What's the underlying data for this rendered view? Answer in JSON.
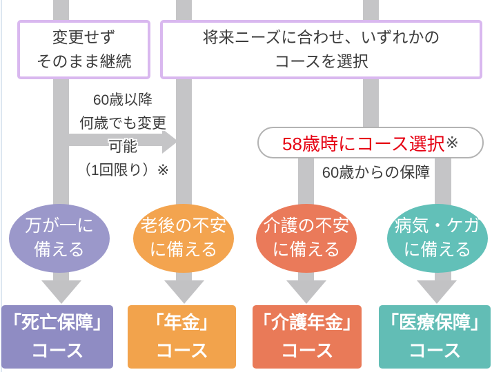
{
  "diagram": {
    "title_implied": "",
    "top_options": [
      {
        "id": "keep",
        "lines": [
          "変更せず",
          "そのまま継続"
        ]
      },
      {
        "id": "choose",
        "lines": [
          "将来ニーズに合わせ、いずれかの",
          "コースを選択"
        ]
      }
    ],
    "change_note": {
      "lines": [
        "60歳以降",
        "何歳でも変更",
        "可能",
        "（1回限り）※"
      ]
    },
    "selection_pill": {
      "main": "58歳時にコース選択",
      "marker": "※"
    },
    "coverage_note": "60歳からの保障",
    "columns": [
      {
        "need": {
          "lines": [
            "万が一に",
            "備える"
          ],
          "color": "#9b98ca"
        },
        "course": {
          "lines": [
            "「死亡保障」",
            "コース"
          ],
          "color": "#8f8cc3"
        }
      },
      {
        "need": {
          "lines": [
            "老後の不安",
            "に備える"
          ],
          "color": "#f3a44f"
        },
        "course": {
          "lines": [
            "「年金」",
            "コース"
          ],
          "color": "#f2a34c"
        }
      },
      {
        "need": {
          "lines": [
            "介護の不安",
            "に備える"
          ],
          "color": "#ea7a5a"
        },
        "course": {
          "lines": [
            "「介護年金」",
            "コース"
          ],
          "color": "#e97a58"
        }
      },
      {
        "need": {
          "lines": [
            "病気・ケガ",
            "に備える"
          ],
          "color": "#62c0b8"
        },
        "course": {
          "lines": [
            "「医療保障」",
            "コース"
          ],
          "color": "#62bdb5"
        }
      }
    ],
    "icons": {
      "down_arrow": "gray triangle pointing down",
      "right_arrow": "gray triangle pointing right"
    },
    "colors": {
      "flow_gray": "#c5c5c7",
      "option_border_purple": "#d9b8ef",
      "pill_border_gray": "#b3b3b3",
      "highlight_red": "#e60012",
      "text_dark": "#3c3c3c",
      "background": "#ffffff"
    }
  }
}
